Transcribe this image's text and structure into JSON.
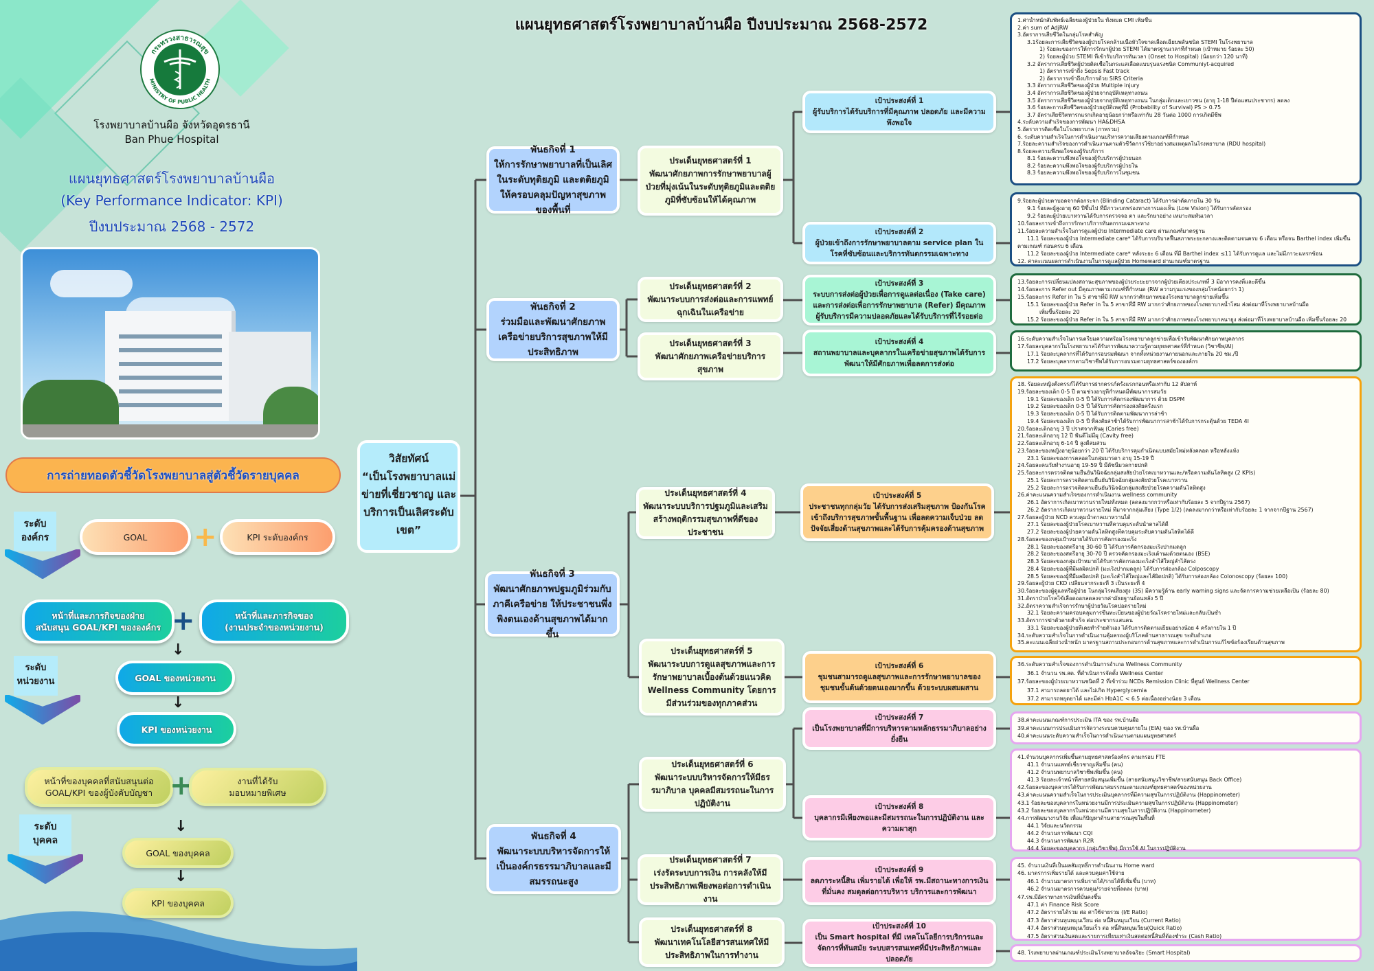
{
  "header": {
    "title": "แผนยุทธศาสตร์โรงพยาบาลบ้านผือ ปีงบประมาณ 2568-2572"
  },
  "logo": {
    "text_top": "กระทรวงสาธารณสุข",
    "text_bottom": "MINISTRY OF PUBLIC HEALTH"
  },
  "hospital": {
    "name_th": "โรงพยาบาลบ้านผือ จังหวัดอุดรธานี",
    "name_en": "Ban Phue Hospital"
  },
  "plan_title": {
    "line1": "แผนยุทธศาสตร์โรงพยาบาลบ้านผือ",
    "line2": "(Key Performance Indicator: KPI)",
    "line3": "ปีงบประมาณ 2568 - 2572"
  },
  "cascade": {
    "banner": "การถ่ายทอดตัวชี้วัดโรงพยาบาลสู่ตัวชี้วัดรายบุคคล",
    "org": {
      "level_1": "ระดับ",
      "level_2": "องค์กร",
      "goal": "GOAL",
      "kpi": "KPI ระดับองค์กร"
    },
    "unit": {
      "level_1": "ระดับ",
      "level_2": "หน่วยงาน",
      "duty_1": "หน้าที่และภารกิจของฝ่าย",
      "duty_2": "สนับสนุน GOAL/KPI ขององค์กร",
      "routine_1": "หน้าที่และภารกิจของ",
      "routine_2": "(งานประจำของหน่วยงาน)",
      "goal": "GOAL ของหน่วยงาน",
      "kpi": "KPI ของหน่วยงาน"
    },
    "person": {
      "level_1": "ระดับ",
      "level_2": "บุคคล",
      "duty_1": "หน้าที่ของบุคคลที่สนับสนุนต่อ",
      "duty_2": "GOAL/KPI ของผู้บังคับบัญชา",
      "special_1": "งานที่ได้รับ",
      "special_2": "มอบหมายพิเศษ",
      "goal": "GOAL ของบุคคล",
      "kpi": "KPI ของบุคคล"
    }
  },
  "vision": {
    "title": "วิสัยทัศน์",
    "text": "“เป็นโรงพยาบาลแม่ข่ายที่เชี่ยวชาญ และบริการเป็นเลิศระดับเขต”"
  },
  "missions": [
    {
      "title": "พันธกิจที่ 1",
      "text": "ให้การรักษาพยาบาลที่เป็นเลิศในระดับทุติยภูมิ และตติยภูมิให้ครอบคลุมปัญหาสุขภาพของพื้นที่"
    },
    {
      "title": "พันธกิจที่ 2",
      "text": "ร่วมมือและพัฒนาศักยภาพเครือข่ายบริการสุขภาพให้มีประสิทธิภาพ"
    },
    {
      "title": "พันธกิจที่ 3",
      "text": "พัฒนาศักยภาพปฐมภูมิร่วมกับภาคีเครือข่าย ให้ประชาชนพึ่งพิงตนเองด้านสุขภาพได้มากขึ้น"
    },
    {
      "title": "พันธกิจที่ 4",
      "text": "พัฒนาระบบบริหารจัดการให้เป็นองค์กรธรรมาภิบาลและมีสมรรถนะสูง"
    }
  ],
  "strategies": [
    {
      "title": "ประเด็นยุทธศาสตร์ที่ 1",
      "text": "พัฒนาศักยภาพการรักษาพยาบาลผู้ป่วยที่มุ่งเน้นในระดับทุติยภูมิและตติยภูมิที่ซับซ้อนให้ได้คุณภาพ"
    },
    {
      "title": "ประเด็นยุทธศาสตร์ที่ 2",
      "text": "พัฒนาระบบการส่งต่อและการแพทย์ฉุกเฉินในเครือข่าย"
    },
    {
      "title": "ประเด็นยุทธศาสตร์ที่ 3",
      "text": "พัฒนาศักยภาพเครือข่ายบริการสุขภาพ"
    },
    {
      "title": "ประเด็นยุทธศาสตร์ที่ 4",
      "text": "พัฒนาระบบบริการปฐมภูมิและเสริมสร้างพฤติกรรมสุขภาพที่ดีของประชาชน"
    },
    {
      "title": "ประเด็นยุทธศาสตร์ที่ 5",
      "text": "พัฒนาระบบการดูแลสุขภาพและการรักษาพยาบาลเบื้องต้นด้วยแนวคิด Wellness Community โดยการมีส่วนร่วมของทุกภาคส่วน"
    },
    {
      "title": "ประเด็นยุทธศาสตร์ที่ 6",
      "text": "พัฒนาระบบบริหารจัดการให้มีธรรมาภิบาล บุคคลมีสมรรถนะในการปฏิบัติงาน"
    },
    {
      "title": "ประเด็นยุทธศาสตร์ที่ 7",
      "text": "เร่งรัดระบบการเงิน การคลังให้มีประสิทธิภาพเพียงพอต่อการดำเนินงาน"
    },
    {
      "title": "ประเด็นยุทธศาสตร์ที่ 8",
      "text": "พัฒนาเทคโนโลยีสารสนเทศให้มีประสิทธิภาพในการทำงาน"
    }
  ],
  "goals": [
    {
      "title": "เป้าประสงค์ที่ 1",
      "text": "ผู้รับบริการได้รับบริการที่มีคุณภาพ ปลอดภัย และมีความพึงพอใจ",
      "color": "#b3e8fb"
    },
    {
      "title": "เป้าประสงค์ที่ 2",
      "text": "ผู้ป่วยเข้าถึงการรักษาพยาบาลตาม service plan ในโรคที่ซับซ้อนและบริการทันตกรรมเฉพาะทาง",
      "color": "#b3e8fb"
    },
    {
      "title": "เป้าประสงค์ที่ 3",
      "text": "ระบบการส่งต่อผู้ป่วยเพื่อการดูแลต่อเนื่อง (Take care) และการส่งต่อเพื่อการรักษาพยาบาล (Refer) มีคุณภาพ ผู้รับบริการมีความปลอดภัยและได้รับบริการที่ไร้รอยต่อ",
      "color": "#a8f5d5"
    },
    {
      "title": "เป้าประสงค์ที่ 4",
      "text": "สถานพยาบาลและบุคลากรในเครือข่ายสุขภาพได้รับการพัฒนาให้มีศักยภาพเพื่อลดการส่งต่อ",
      "color": "#a8f5d5"
    },
    {
      "title": "เป้าประสงค์ที่ 5",
      "text": "ประชาชนทุกกลุ่มวัย ได้รับการส่งเสริมสุขภาพ ป้องกันโรค เข้าถึงบริการสุขภาพขั้นพื้นฐาน เพื่อลดความเจ็บป่วย ลดปัจจัยเสี่ยงด้านสุขภาพและได้รับการคุ้มครองด้านสุขภาพ",
      "color": "#fdd08c"
    },
    {
      "title": "เป้าประสงค์ที่ 6",
      "text": "ชุมชนสามารถดูแลสุขภาพและการรักษาพยาบาลของชุมชนขั้นต้นด้วยตนเองมากขึ้น ด้วยระบบผสมผสาน",
      "color": "#fdd08c"
    },
    {
      "title": "เป้าประสงค์ที่ 7",
      "text": "เป็นโรงพยาบาลที่มีการบริหารตามหลักธรรมาภิบาลอย่างยั่งยืน",
      "color": "#fdcce6"
    },
    {
      "title": "เป้าประสงค์ที่ 8",
      "text": "บุคลากรมีเพียงพอและมีสมรรถนะในการปฏิบัติงาน และความผาสุก",
      "color": "#fdcce6"
    },
    {
      "title": "เป้าประสงค์ที่ 9",
      "text": "ลดภาระหนี้สิน เพิ่มรายได้ เพื่อให้ รพ.มีสถานะทางการเงินที่มั่นคง สมดุลต่อการบริหาร บริการและการพัฒนา",
      "color": "#fdcce6"
    },
    {
      "title": "เป้าประสงค์ที่ 10",
      "text": "เป็น Smart hospital ที่มี เทคโนโลยีการบริการและจัดการที่ทันสมัย ระบบสารสนเทศที่มีประสิทธิภาพและปลอดภัย",
      "color": "#fdcce6"
    }
  ],
  "kpi_groups": [
    {
      "color": "#1b4f82",
      "lines": [
        {
          "t": "1.ค่าน้ำหนักสัมพัทธ์เฉลี่ยของผู้ป่วยใน ทั้งหมด CMI เพิ่มขึ้น",
          "l": 0
        },
        {
          "t": "2.ค่า sum of AdjRW",
          "l": 0
        },
        {
          "t": "3.อัตราการเสียชีวิตในกลุ่มโรคสำคัญ",
          "l": 0
        },
        {
          "t": "3.1ร้อยละการเสียชีวิตของผู้ป่วยโรคกล้ามเนื้อหัวใจขาดเลือดเฉียบพลันชนิด STEMI ในโรงพยาบาล",
          "l": 1
        },
        {
          "t": "1) ร้อยละของการให้การรักษาผู้ป่วย STEMI ได้มาตรฐานเวลาที่กำหนด (เป้าหมาย ร้อยละ 50)",
          "l": 2
        },
        {
          "t": "2) ร้อยละผู้ป่วย STEMI ที่เข้ารับบริการทันเวลา (Onset to Hospital) (น้อยกว่า 120 นาที)",
          "l": 2
        },
        {
          "t": "3.2 อัตราการเสียชีวิตผู้ป่วยติดเชื้อในกระแสเลือดแบบรุนแรงชนิด Communiyt-acquired",
          "l": 1
        },
        {
          "t": "1) อัตราการเข้าถึง Sepsis Fast track",
          "l": 2
        },
        {
          "t": "2) อัตราการเข้าถึงบริการด้วย SIRS Criteria",
          "l": 2
        },
        {
          "t": "3.3 อัตราการเสียชีวิตของผู้ป่วย Multiple injury",
          "l": 1
        },
        {
          "t": "3.4 อัตราการเสียชีวิตของผู้ป่วยจากอุบัติเหตุทางถนน",
          "l": 1
        },
        {
          "t": "3.5 อัตราการเสียชีวิตของผู้ป่วยจากอุบัติเหตุทางถนน ในกลุ่มเด็กและเยาวชน (อายุ 1-18 ปีต่อแสนประชากร) ลดลง",
          "l": 1
        },
        {
          "t": "3.6 ร้อยละการเสียชีวิตของผู้ป่วยอุบัติเหตุที่มี (Probability of Survival) PS > 0.75",
          "l": 1
        },
        {
          "t": "3.7 อัตราเสียชีวิตทารกแรกเกิดอายุน้อยกว่าหรือเท่ากับ 28 วันต่อ 1000 การเกิดมีชีพ",
          "l": 1
        },
        {
          "t": "4.ระดับความสำเร็จของการพัฒนา HA&DHSA",
          "l": 0
        },
        {
          "t": "5.อัตราการติดเชื้อในโรงพยาบาล (ภาพรวม)",
          "l": 0
        },
        {
          "t": "6. ระดับความสำเร็จในการดำเนินงานบริหารความเสี่ยงตามเกณฑ์ที่กำหนด",
          "l": 0
        },
        {
          "t": "7.ร้อยละความสำเร็จของการดำเนินงานตามตัวชี้วัดการใช้ยาอย่างสมเหตุผลในโรงพยาบาล (RDU hospital)",
          "l": 0
        },
        {
          "t": "8.ร้อยละความพึงพอใจของผู้รับบริการ",
          "l": 0
        },
        {
          "t": "8.1 ร้อยละความพึงพอใจของผู้รับบริการผู้ป่วยนอก",
          "l": 1
        },
        {
          "t": "8.2 ร้อยละความพึงพอใจของผู้รับบริการผู้ป่วยใน",
          "l": 1
        },
        {
          "t": "8.3 ร้อยละความพึงพอใจของผู้รับบริการในชุมชน",
          "l": 1
        }
      ]
    },
    {
      "color": "#1b4f82",
      "lines": [
        {
          "t": "9.ร้อยละผู้ป่วยตาบอดจากต้อกระจก (Blinding Cataract) ได้รับการผ่าตัดภายใน 30 วัน",
          "l": 0
        },
        {
          "t": "9.1 ร้อยละผู้สูงอายุ 60 ปีขึ้นไป ที่มีภาวะบกพร่องทางการมองเห็น (Low Vision) ได้รับการคัดกรอง",
          "l": 1
        },
        {
          "t": "9.2 ร้อยละผู้ป่วยเบาหวานได้รับการตรวจจอ ตา และรักษาอย่าง เหมาะสมทันเวลา",
          "l": 1
        },
        {
          "t": "10.ร้อยละการเข้าถึงการรักษาบริการทันตกรรมเฉพาะทาง",
          "l": 0
        },
        {
          "t": "11.ร้อยละความสำเร็จในการดูแลผู้ป่วย Intermediate care ผ่านเกณฑ์มาตรฐาน",
          "l": 0
        },
        {
          "t": "11.1 ร้อยละของผู้ป่วย Intermediate care* ได้รับการบริบาลฟื้นสภาพระยะกลางและติดตามจนครบ 6 เดือน หรือจน Barthel index เพิ่มขึ้น",
          "l": 1
        },
        {
          "t": "ตามเกณฑ์ ก่อนครบ 6 เดือน",
          "l": 0
        },
        {
          "t": "11.2 ร้อยละของผู้ป่วย Intermediate care* หลังระยะ 6 เดือน ที่มี Barthel index ≤11 ได้รับการดูแล และไม่มีภาวะแทรกซ้อน",
          "l": 1
        },
        {
          "t": "12. ค่าคะแนนผลการดำเนินงานในการดูแลผู้ป่วย Homeward ผ่านเกณฑ์มาตรฐาน",
          "l": 0
        }
      ]
    },
    {
      "color": "#1f6b3d",
      "lines": [
        {
          "t": "13.ร้อยละการเปลี่ยนแปลงสถานะสุขภาพของผู้ป่วยระยะยาวจากผู้ป่วยเตียงประเภทที่ 3 มีอาการคงที่และดีขึ้น",
          "l": 0
        },
        {
          "t": "14.ร้อยละการ Refer out มีคุณภาพตามเกณฑ์ที่กำหนด (RW ความรุนแรงของกลุ่มโรคน้อยกว่า 1)",
          "l": 0
        },
        {
          "t": "15.ร้อยละการ Refer in ใน 5 สาขาที่มี RW มากกว่าศักยภาพของโรงพยาบาลลูกข่ายเพิ่มขึ้น",
          "l": 0
        },
        {
          "t": "15.1 ร้อยละของผู้ป่วย Refer in ใน 5 สาขาที่มี RW มากกว่าศักยภาพของโรงพยาบาลน้ำโสม ส่งต่อมาที่โรงพยาบาลบ้านผือ",
          "l": 1
        },
        {
          "t": "เพิ่มขึ้นร้อยละ 20",
          "l": 2
        },
        {
          "t": "15.2 ร้อยละของผู้ป่วย Refer in ใน 5 สาขาที่มี RW มากกว่าศักยภาพของโรงพยาบาลนายูง ส่งต่อมาที่โรงพยาบาลบ้านผือ เพิ่มขึ้นร้อยละ 20",
          "l": 1
        }
      ]
    },
    {
      "color": "#1f6b3d",
      "lines": [
        {
          "t": "16.ระดับความสำเร็จในการเตรียมความพร้อมโรงพยาบาลลูกข่ายเพื่อเข้ารับพัฒนาศักยภาพบุคลากร",
          "l": 0
        },
        {
          "t": "17.ร้อยละบุคลากรในโรงพยาบาลได้รับการพัฒนาความรู้ตามยุทธศาสตร์ที่กำหนด (วิชาชีพ/AI)",
          "l": 0
        },
        {
          "t": "17.1 ร้อยละบุคลากรที่ได้รับการอบรมพัฒนา จากทั้งหน่วยงานภายนอกและภายใน 20 ชม./ปี",
          "l": 1
        },
        {
          "t": "17.2 ร้อยละบุคลากรตามวิชาชีพได้รับการอบรมตามยุทธศาสตร์ขององค์กร",
          "l": 1
        }
      ]
    },
    {
      "color": "#f5a20c",
      "lines": [
        {
          "t": "18. ร้อยละหญิงตั้งครรภ์ได้รับการฝากครรภ์ครั้งแรกก่อนหรือเท่ากับ 12 สัปดาห์",
          "l": 0
        },
        {
          "t": "19.ร้อยละของเด็ก 0-5 ปี ตามช่วงอายุที่กำหนดมีพัฒนาการสมวัย",
          "l": 0
        },
        {
          "t": "19.1 ร้อยละของเด็ก 0-5 ปี ได้รับการคัดกรองพัฒนาการ ด้วย DSPM",
          "l": 1
        },
        {
          "t": "19.2 ร้อยละของเด็ก 0-5 ปี ได้รับการคัดกรองสงสัยครั้งแรก",
          "l": 1
        },
        {
          "t": "19.3 ร้อยละของเด็ก 0-5 ปี ได้รับการติดตามพัฒนาการล่าช้า",
          "l": 1
        },
        {
          "t": "19.4 ร้อยละของเด็ก 0-5 ปี ที่สงสัยล่าช้าได้รับการพัฒนาการล่าช้าได้รับการกระตุ้นด้วย TEDA 4I",
          "l": 1
        },
        {
          "t": "20.ร้อยละเด็กอายุ 3 ปี ปราศจากฟันผุ (Caries free)",
          "l": 0
        },
        {
          "t": "21.ร้อยละเด็กอายุ 12 ปี ฟันดีไม่มีผุ (Cavity free)",
          "l": 0
        },
        {
          "t": "22.ร้อยละเด็กอายุ 6-14 ปี สูงดีสมส่วน",
          "l": 0
        },
        {
          "t": "23.ร้อยละของหญิงอายุน้อยกว่า 20 ปี ได้รับบริการคุมกำเนิดแบบสมัยใหม่หลังคลอด หรือหลังแท้ง",
          "l": 0
        },
        {
          "t": "23.1 ร้อยละของการคลอดในกลุ่มมารดา อายุ 15-19 ปี",
          "l": 1
        },
        {
          "t": "24.ร้อยละคนวัยทำงานอายุ 19-59 ปี มีดัชนีมวลกายปกติ",
          "l": 0
        },
        {
          "t": "25.ร้อยละการตรวจติดตามยืนยันวินิจฉัยกลุ่มสงสัยป่วยโรคเบาหวานและ/หรือความดันโลหิตสูง (2 KPIs)",
          "l": 0
        },
        {
          "t": "25.1 ร้อยละการตรวจติดตามยืนยันวินิจฉัยกลุ่มสงสัยป่วยโรคเบาหวาน",
          "l": 1
        },
        {
          "t": "25.2 ร้อยละการตรวจติดตามยืนยันวินิจฉัยกลุ่มสงสัยป่วยโรคความดันโลหิตสูง",
          "l": 1
        },
        {
          "t": "26.ค่าคะแนนความสำเร็จของการดำเนินงาน wellness community",
          "l": 0
        },
        {
          "t": "26.1 อัตราการเกิดเบาหวานรายใหม่ทั้งหมด (ลดลงมากกว่าหรือเท่ากับร้อยละ 5 จากปีฐาน 2567)",
          "l": 1
        },
        {
          "t": "26.2 อัตราการเกิดเบาหวานรายใหม่ ที่มาจากกลุ่มเสี่ยง (Type 1/2) (ลดลงมากกว่าหรือเท่ากับร้อยละ 1 จากจากปีฐาน 2567)",
          "l": 1
        },
        {
          "t": "27.ร้อยละผู้ป่วย NCD ควบคุมน้ำตาลเบาหวานได้",
          "l": 0
        },
        {
          "t": "27.1 ร้อยละของผู้ป่วยโรคเบาหวานที่ควบคุมระดับน้ำตาลได้ดี",
          "l": 1
        },
        {
          "t": "27.2 ร้อยละของผู้ป่วยความดันโลหิตสูงที่ควบคุมระดับความดันโลหิตได้ดี",
          "l": 1
        },
        {
          "t": "28.ร้อยละของกลุ่มเป้าหมายได้รับการคัดกรองมะเร็ง",
          "l": 0
        },
        {
          "t": "28.1 ร้อยละของสตรีอายุ 30-60 ปี ได้รับการคัดกรองมะเร็งปากมดลูก",
          "l": 1
        },
        {
          "t": "28.2 ร้อยละของสตรีอายุ 30-70 ปี ตรวจคัดกรองมะเร็งเต้านมด้วยตนเอง (BSE)",
          "l": 1
        },
        {
          "t": "28.3 ร้อยละของกลุ่มเป้าหมายได้รับการคัดกรองมะเร็งลำไส้ใหญ่ลำไส้ตรง",
          "l": 1
        },
        {
          "t": "28.4 ร้อยละของผู้ที่มีผลผิดปกติ (มะเร็งปากมดลูก) ได้รับการส่องกล้อง Colposcopy",
          "l": 1
        },
        {
          "t": "28.5 ร้อยละของผู้ที่มีผลผิดปกติ (มะเร็งลำไส้ใหญ่และไส้ผิดปกติ) ได้รับการส่องกล้อง Colonoscopy (ร้อยละ 100)",
          "l": 1
        },
        {
          "t": "29.ร้อยละผู้ป่วย CKD เปลี่ยนจากระยะที่ 3 เป็นระยะที่ 4",
          "l": 0
        },
        {
          "t": "30.ร้อยละของผู้ดูแลหรือผู้ป่วย ในกลุ่มโรคเสี่ยงสูง (3S) มีความรู้ด้าน early warning signs และจัดการความช่วยเหลือเป็น (ร้อยละ 80)",
          "l": 0
        },
        {
          "t": "31.อัตราป่วยโรคไข้เลือดออกลดลงจากค่ามัธยฐานย้อนหลัง 5 ปี",
          "l": 0
        },
        {
          "t": "32.อัตราความสำเร็จการรักษาผู้ป่วยวัณโรคปอดรายใหม่",
          "l": 0
        },
        {
          "t": "32.1 ร้อยละความครอบคลุมการขึ้นทะเบียนของผู้ป่วยวัณโรครายใหม่และกลับเป็นซ้ำ",
          "l": 1
        },
        {
          "t": "33.อัตราการฆ่าตัวตายสำเร็จ ต่อประชากรแสนคน",
          "l": 0
        },
        {
          "t": "33.1 ร้อยละของผู้ป่วยที่เคยทำร้ายตัวเอง ได้รับการติดตามเยี่ยมอย่างน้อย 4 ครั้งภายใน 1 ปี",
          "l": 1
        },
        {
          "t": "34.ระดับความสำเร็จในการดำเนินงานคุ้มครองผู้บริโภคด้านสาธารณสุข ระดับอำเภอ",
          "l": 0
        },
        {
          "t": "35.คะแนนเฉลี่ยถ่วงน้ำหนัก มาตรฐานสถานประกอบการด้านสุขภาพและการดำเนินการแก้ไขข้อร้องเรียนด้านสุขภาพ",
          "l": 0
        }
      ]
    },
    {
      "color": "#f5a20c",
      "lines": [
        {
          "t": "36.ระดับความสำเร็จของการดำเนินการอำเภอ Wellness Community",
          "l": 0
        },
        {
          "t": "36.1 จำนวน รพ.สต. ที่ดำเนินการจัดตั้ง Wellness Center",
          "l": 1
        },
        {
          "t": "37.ร้อยละของผู้ป่วยเบาหวานชนิดที่ 2 ที่เข้าร่วม NCDs Remission Clinic ที่ศูนย์ Wellness Center",
          "l": 0
        },
        {
          "t": "37.1 สามารถลดยาได้ และไม่เกิด Hyperglycemia",
          "l": 1
        },
        {
          "t": "37.2 สามารถหยุดยาได้ และมีค่า HbA1C < 6.5 ต่อเนื่องอย่างน้อย 3 เดือน",
          "l": 1
        }
      ]
    },
    {
      "color": "#e6a6f0",
      "lines": [
        {
          "t": "38.ค่าคะแนนเกณฑ์การประเมิน ITA ของ รพ.บ้านผือ",
          "l": 0
        },
        {
          "t": "39.ค่าคะแนนการประเมินการจัดวางระบบควบคุมภายใน (EIA) ของ รพ.บ้านผือ",
          "l": 0
        },
        {
          "t": "40.ค่าคะแนนระดับความสำเร็จในการดำเนินงานตามแผนยุทธศาสตร์",
          "l": 0
        }
      ]
    },
    {
      "color": "#e6a6f0",
      "lines": [
        {
          "t": "41.จำนวนบุคลากรเพิ่มขึ้นตามยุทธศาสตร์องค์กร ตามกรอบ FTE",
          "l": 0
        },
        {
          "t": "41.1 จำนวนแพทย์เชี่ยวชาญเพิ่มขึ้น (คน)",
          "l": 1
        },
        {
          "t": "41.2 จำนวนพยาบาลวิชาชีพเพิ่มขึ้น (คน)",
          "l": 1
        },
        {
          "t": "41.3  ร้อยละเจ้าหน้าที่สายสนับสนุนเพิ่มขึ้น (สายสนับสนุนวิชาชีพ/สายสนับสนุน Back Office)",
          "l": 1
        },
        {
          "t": "42.ร้อยละของบุคลากรได้รับการพัฒนาสมรรถนะตามเกณฑ์ยุทธศาสตร์ของหน่วยงาน",
          "l": 0
        },
        {
          "t": "43.ค่าคะแนนความสำเร็จในการประเมินบุคลากรที่มีความสุขในการปฏิบัติงาน (Happinometer)",
          "l": 0
        },
        {
          "t": "43.1 ร้อยละของบุคลากรในหน่วยงานมีการประเมินความสุขในการปฏิบัติงาน (Happinometer)",
          "l": 0
        },
        {
          "t": "43.2 ร้อยละของบุคลากรในหน่วยงานมีความสุขในการปฏิบัติงาน (Happinometer)",
          "l": 0
        },
        {
          "t": "44.การพัฒนางานวิจัย เพื่อแก้ปัญหาด้านสาธารณสุขในพื้นที่",
          "l": 0
        },
        {
          "t": "44.1 วิจัยและนวัตกรรม",
          "l": 1
        },
        {
          "t": "44.2 จำนวนการพัฒนา CQI",
          "l": 1
        },
        {
          "t": "44.3 จำนวนการพัฒนา R2R",
          "l": 1
        },
        {
          "t": "44.4 ร้อยละของบุคลากร (กลุ่มวิชาชีพ) มีการใช้ AI ในการปฏิบัติงาน",
          "l": 1
        }
      ]
    },
    {
      "color": "#e6a6f0",
      "lines": [
        {
          "t": "45. จำนวนเงินที่เป็นผลสัมฤทธิ์การดำเนินงาน Home ward",
          "l": 0
        },
        {
          "t": "46. มาตรการเพิ่มรายได้ และควบคุมค่าใช้จ่าย",
          "l": 0
        },
        {
          "t": "46.1 จำนวนมาตรการเพิ่มรายได้/รายได้ที่เพิ่มขึ้น (บาท)",
          "l": 1
        },
        {
          "t": "46.2 จำนวนมาตรการควบคุม/รายจ่ายที่ลดลง (บาท)",
          "l": 1
        },
        {
          "t": "47.รพ.มีอัตราทางการเงินที่มั่นคงขึ้น",
          "l": 0
        },
        {
          "t": "47.1 ค่า Finance Risk Score",
          "l": 1
        },
        {
          "t": "47.2 อัตรารายได้รวม ต่อ ค่าใช้จ่ายรวม (I/E Ratio)",
          "l": 1
        },
        {
          "t": "47.3 อัตราส่วนทุนหมุนเวียน ต่อ หนี้สินหมุนเวียน (Current Ratio)",
          "l": 1
        },
        {
          "t": "47.4 อัตราส่วนทุนหมุนเวียนเร็ว ต่อ หนี้สินหมุนเวียน(Quick Ratio)",
          "l": 1
        },
        {
          "t": "47.5 อัตราส่วนเงินสดและรายการเทียบเท่าเงินสดต่อหนี้สินที่ต้องชำระ (Cash Ratio)",
          "l": 1
        }
      ]
    },
    {
      "color": "#e6a6f0",
      "lines": [
        {
          "t": "48. โรงพยาบาลผ่านเกณฑ์ประเมินโรงพยาบาลอัจฉริยะ (Smart Hospital)",
          "l": 0
        }
      ]
    }
  ]
}
